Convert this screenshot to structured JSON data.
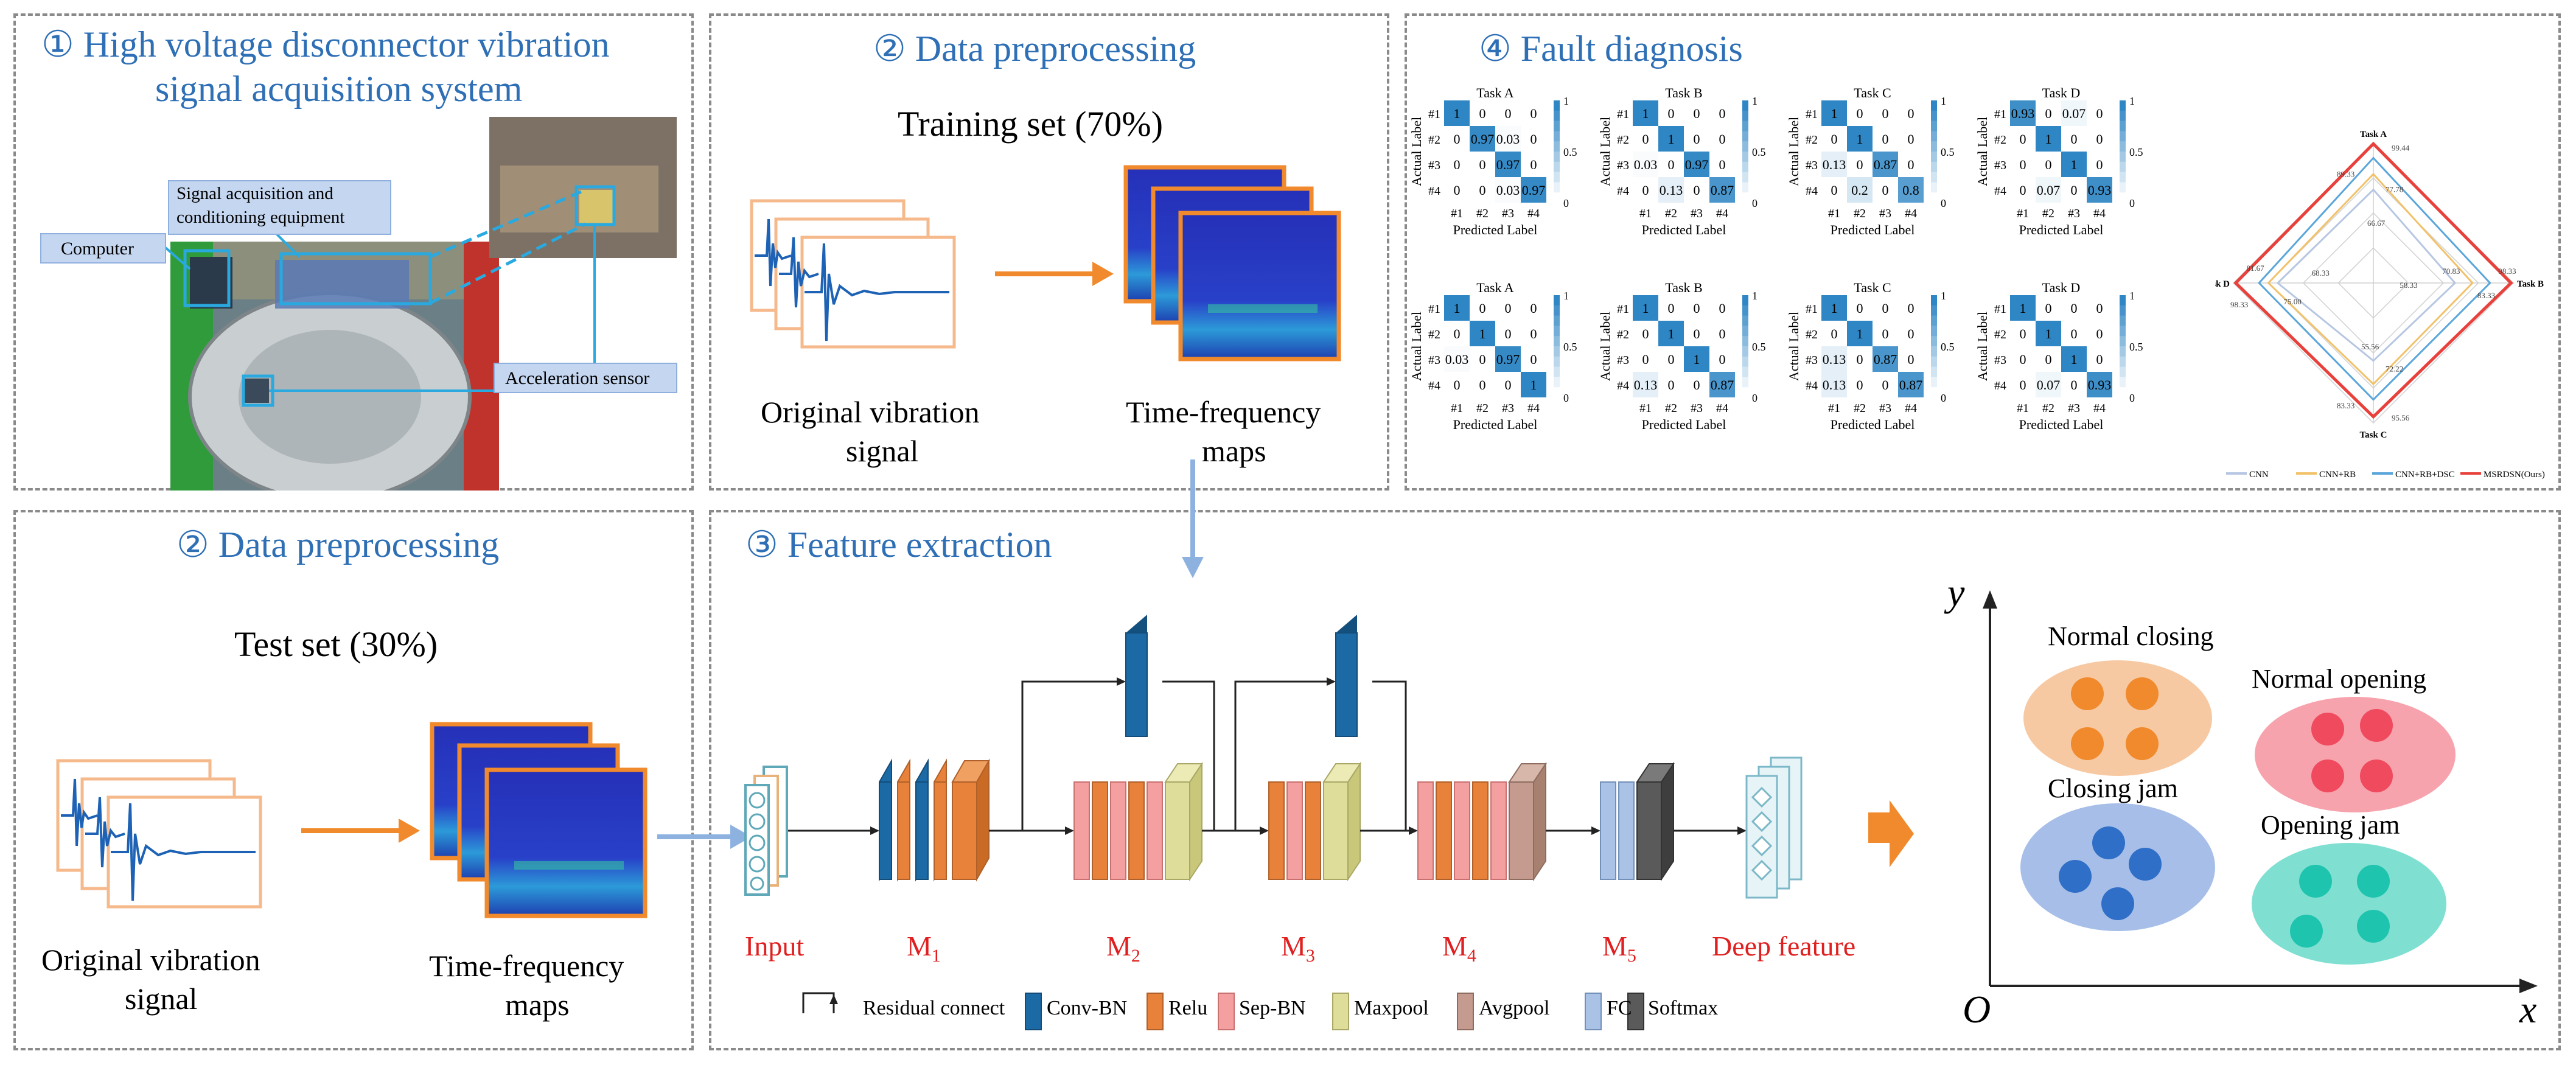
{
  "colors": {
    "title_blue": "#2e6fb5",
    "orange": "#f08a2c",
    "light_blue_arrow": "#8db2e0",
    "conv_bn": "#1c6aa5",
    "relu": "#e8823a",
    "sep_bn": "#f4a0a0",
    "maxpool": "#dedd9a",
    "avgpool": "#c49b8e",
    "fc": "#a9c2e6",
    "softmax": "#5a5a5a",
    "red_label": "#e02020"
  },
  "panel1": {
    "title_line1": "① High voltage disconnector vibration",
    "title_line2": "signal acquisition system",
    "label_computer": "Computer",
    "label_signal_line1": "Signal acquisition and",
    "label_signal_line2": "conditioning equipment",
    "label_sensor": "Acceleration sensor"
  },
  "panel2": {
    "title": "② Data preprocessing",
    "subtitle": "Training set (70%)",
    "signal_label_line1": "Original  vibration",
    "signal_label_line2": "signal",
    "tf_label_line1": "Time-frequency",
    "tf_label_line2": "maps"
  },
  "panel4": {
    "title": "④ Fault diagnosis",
    "actual_label": "Actual Label",
    "predicted_label": "Predicted Label",
    "row_labels": [
      "#1",
      "#2",
      "#3",
      "#4"
    ],
    "col_labels": [
      "#1",
      "#2",
      "#3",
      "#4"
    ],
    "colorbar_ticks": [
      "1",
      "0.5",
      "0"
    ],
    "matrices_top": [
      {
        "task": "Task A",
        "values": [
          [
            "1",
            "0",
            "0",
            "0"
          ],
          [
            "0",
            "0.97",
            "0.03",
            "0"
          ],
          [
            "0",
            "0",
            "0.97",
            "0"
          ],
          [
            "0",
            "0",
            "0.03",
            "0.97"
          ]
        ]
      },
      {
        "task": "Task B",
        "values": [
          [
            "1",
            "0",
            "0",
            "0"
          ],
          [
            "0",
            "1",
            "0",
            "0"
          ],
          [
            "0.03",
            "0",
            "0.97",
            "0"
          ],
          [
            "0",
            "0.13",
            "0",
            "0.87"
          ]
        ]
      },
      {
        "task": "Task C",
        "values": [
          [
            "1",
            "0",
            "0",
            "0"
          ],
          [
            "0",
            "1",
            "0",
            "0"
          ],
          [
            "0.13",
            "0",
            "0.87",
            "0"
          ],
          [
            "0",
            "0.2",
            "0",
            "0.8"
          ]
        ]
      },
      {
        "task": "Task D",
        "values": [
          [
            "0.93",
            "0",
            "0.07",
            "0"
          ],
          [
            "0",
            "1",
            "0",
            "0"
          ],
          [
            "0",
            "0",
            "1",
            "0"
          ],
          [
            "0",
            "0.07",
            "0",
            "0.93"
          ]
        ]
      }
    ],
    "matrices_bottom": [
      {
        "task": "Task A",
        "values": [
          [
            "1",
            "0",
            "0",
            "0"
          ],
          [
            "0",
            "1",
            "0",
            "0"
          ],
          [
            "0.03",
            "0",
            "0.97",
            "0"
          ],
          [
            "0",
            "0",
            "0",
            "1"
          ]
        ]
      },
      {
        "task": "Task B",
        "values": [
          [
            "1",
            "0",
            "0",
            "0"
          ],
          [
            "0",
            "1",
            "0",
            "0"
          ],
          [
            "0",
            "0",
            "1",
            "0"
          ],
          [
            "0.13",
            "0",
            "0",
            "0.87"
          ]
        ]
      },
      {
        "task": "Task C",
        "values": [
          [
            "1",
            "0",
            "0",
            "0"
          ],
          [
            "0",
            "1",
            "0",
            "0"
          ],
          [
            "0.13",
            "0",
            "0.87",
            "0"
          ],
          [
            "0.13",
            "0",
            "0",
            "0.87"
          ]
        ]
      },
      {
        "task": "Task D",
        "values": [
          [
            "1",
            "0",
            "0",
            "0"
          ],
          [
            "0",
            "1",
            "0",
            "0"
          ],
          [
            "0",
            "0",
            "1",
            "0"
          ],
          [
            "0",
            "0.07",
            "0",
            "0.93"
          ]
        ]
      }
    ],
    "radar": {
      "axes": [
        "Task A",
        "Task B",
        "Task C",
        "Task D"
      ],
      "value_labels": [
        "99.44",
        "89.33",
        "77.78",
        "66.67",
        "98.33",
        "83.33",
        "70.83",
        "58.33",
        "95.56",
        "83.33",
        "72.22",
        "55.56",
        "81.67",
        "98.33",
        "75.00",
        "68.33"
      ],
      "legend": [
        "CNN",
        "CNN+RB",
        "CNN+RB+DSC",
        "MSRDSN(Ours)"
      ],
      "series_colors": [
        "#b7c7e2",
        "#f2c26b",
        "#5aa6da",
        "#e8413c"
      ],
      "series_values": [
        [
          66.67,
          58.33,
          55.56,
          68.33
        ],
        [
          77.78,
          70.83,
          72.22,
          75.0
        ],
        [
          89.33,
          83.33,
          83.33,
          81.67
        ],
        [
          99.44,
          98.33,
          95.56,
          98.33
        ]
      ]
    }
  },
  "panel5": {
    "title": "② Data preprocessing",
    "subtitle": "Test set (30%)",
    "signal_label_line1": "Original  vibration",
    "signal_label_line2": "signal",
    "tf_label_line1": "Time-frequency",
    "tf_label_line2": "maps"
  },
  "panel6": {
    "title": "③ Feature extraction",
    "stage_labels": {
      "input": "Input",
      "m1": "M",
      "m2": "M",
      "m3": "M",
      "m4": "M",
      "m5": "M",
      "deep": "Deep feature"
    },
    "stage_subs": {
      "m1": "1",
      "m2": "2",
      "m3": "3",
      "m4": "4",
      "m5": "5"
    },
    "legend": {
      "residual": "Residual connect",
      "conv_bn": "Conv-BN",
      "relu": "Relu",
      "sep_bn": "Sep-BN",
      "maxpool": "Maxpool",
      "avgpool": "Avgpool",
      "fc": "FC",
      "softmax": "Softmax"
    },
    "scatter": {
      "y_axis": "y",
      "x_axis": "x",
      "origin": "O",
      "clusters": [
        {
          "label": "Normal closing",
          "fill": "#f7c9a3",
          "dot": "#f08a2c"
        },
        {
          "label": "Normal opening",
          "fill": "#f7a3ad",
          "dot": "#f04a5e"
        },
        {
          "label": "Closing jam",
          "fill": "#a7bfe8",
          "dot": "#2f6fc8"
        },
        {
          "label": "Opening jam",
          "fill": "#7fe0d2",
          "dot": "#1fc4ae"
        }
      ]
    }
  }
}
